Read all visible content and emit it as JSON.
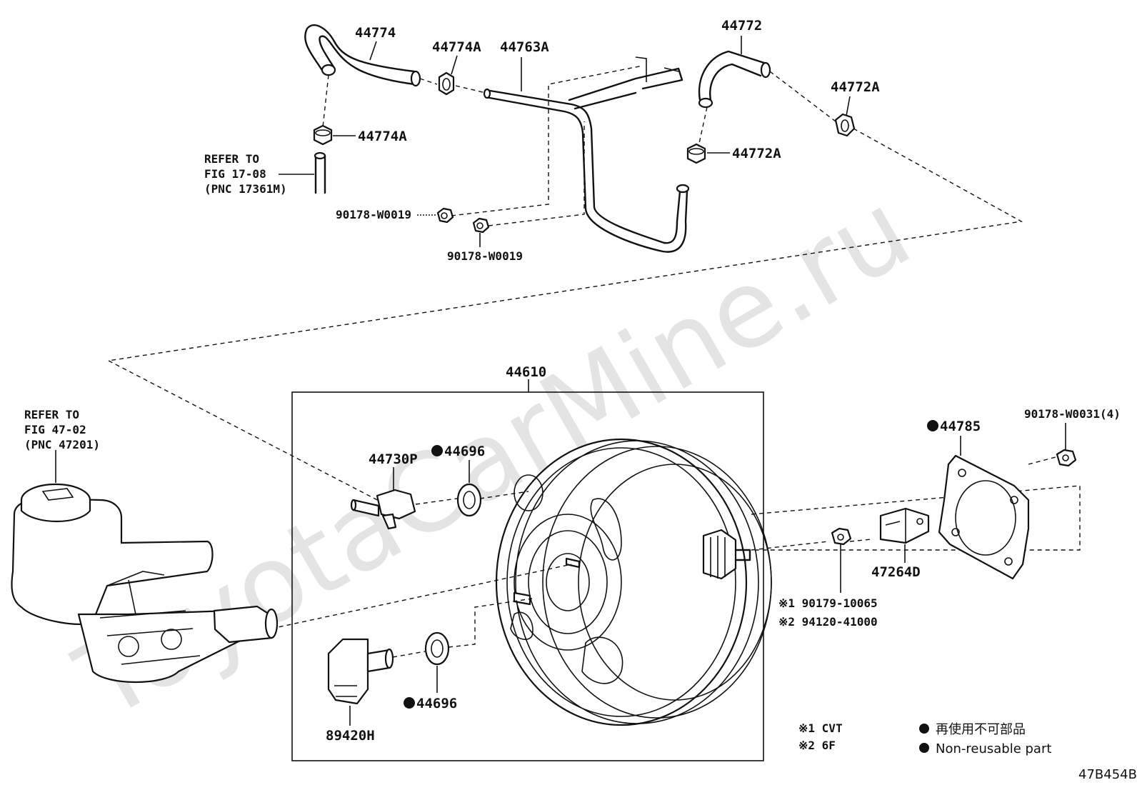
{
  "watermark": "ToyotaCarMine.ru",
  "diagram_code": "47B454B",
  "labels": {
    "p44774": "44774",
    "p44774A_top": "44774A",
    "p44763A": "44763A",
    "p44772": "44772",
    "p44772A_right": "44772A",
    "p44774A_mid": "44774A",
    "p44772A_mid": "44772A",
    "refer1_line1": "REFER TO",
    "refer1_line2": "FIG 17-08",
    "refer1_line3": "(PNC 17361M)",
    "nut1": "90178-W0019",
    "nut2": "90178-W0019",
    "p44610": "44610",
    "refer2_line1": "REFER TO",
    "refer2_line2": "FIG 47-02",
    "refer2_line3": "(PNC 47201)",
    "p44730P": "44730P",
    "p44696_top": "44696",
    "p44696_bottom": "44696",
    "p89420H": "89420H",
    "p44785": "44785",
    "p90178W0031": "90178-W0031(4)",
    "p47264D": "47264D",
    "note1": "※1 90179-10065",
    "note2": "※2 94120-41000"
  },
  "legend": {
    "variant1": "※1 CVT",
    "variant2": "※2 6F",
    "nonreusable_jp": "再使用不可部品",
    "nonreusable_en": "Non-reusable part"
  }
}
